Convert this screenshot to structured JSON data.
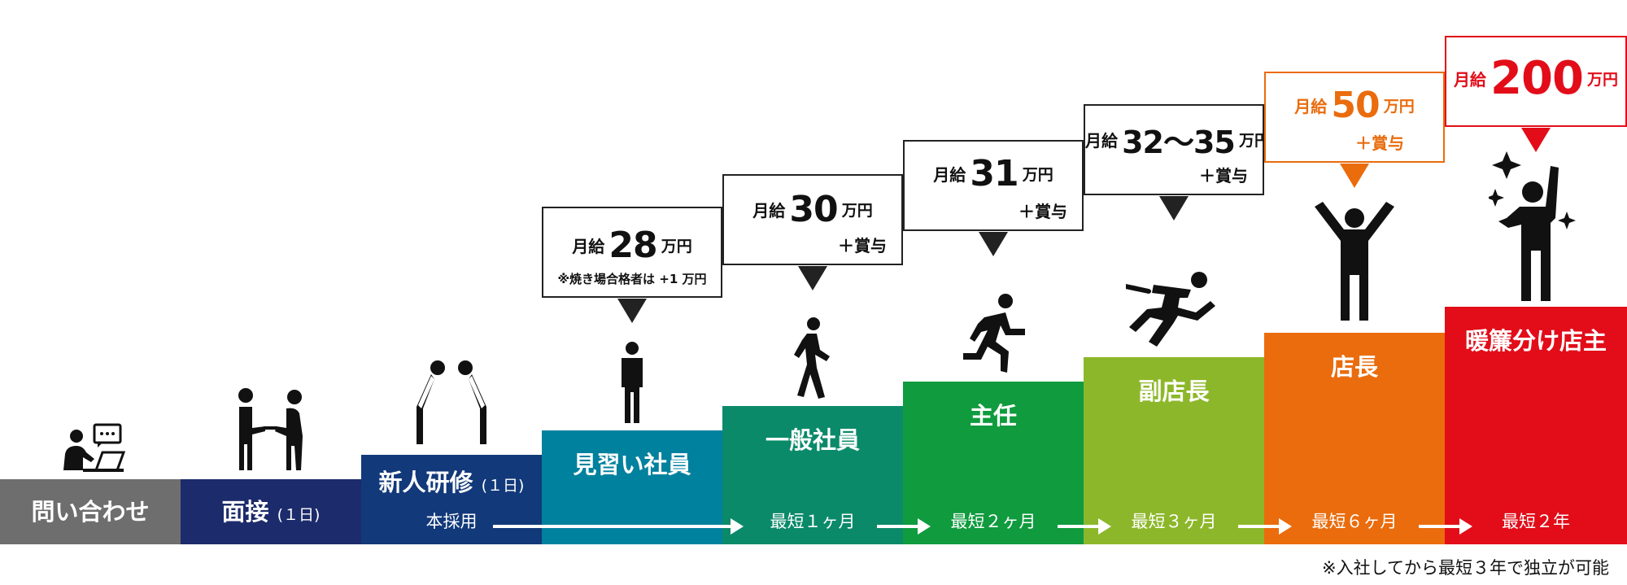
{
  "steps": [
    {
      "title": "問い合わせ",
      "color": "#6e6e6e"
    },
    {
      "title": "面接",
      "title_small": "(１日)",
      "color": "#1c2b6b"
    },
    {
      "title": "新人研修",
      "title_small": "(１日)",
      "sub": "本採用",
      "color": "#12397a"
    },
    {
      "title": "見習い社員",
      "color": "#00819e"
    },
    {
      "title": "一般社員",
      "sub": "最短１ヶ月",
      "color": "#0b8a6a"
    },
    {
      "title": "主任",
      "sub": "最短２ヶ月",
      "color": "#0f9b3e"
    },
    {
      "title": "副店長",
      "sub": "最短３ヶ月",
      "color": "#8db72a"
    },
    {
      "title": "店長",
      "sub": "最短６ヶ月",
      "color": "#ea6c0d"
    },
    {
      "title": "暖簾分け店主",
      "sub": "最短２年",
      "color": "#e20d19"
    }
  ],
  "bubbles": [
    {
      "label": "月給",
      "amount": "28",
      "unit": "万円",
      "note": "※焼き場合格者は +1 万円"
    },
    {
      "label": "月給",
      "amount": "30",
      "unit": "万円",
      "bonus": "＋賞与"
    },
    {
      "label": "月給",
      "amount": "31",
      "unit": "万円",
      "bonus": "＋賞与"
    },
    {
      "label": "月給",
      "amount": "32～35",
      "unit": "万円",
      "bonus": "＋賞与"
    },
    {
      "label": "月給",
      "amount": "50",
      "unit": "万円",
      "bonus": "＋賞与",
      "color": "#ea6c0d"
    },
    {
      "label": "月給",
      "amount": "200",
      "unit": "万円",
      "color": "#e20d19"
    }
  ],
  "footnote": "※入社してから最短３年で独立が可能",
  "icons": [
    "person-laptop-chat-icon",
    "handshake-greeting-icon",
    "bowing-people-icon",
    "standing-person-icon",
    "walking-person-icon",
    "running-person-icon",
    "sprinting-person-icon",
    "arms-raised-person-icon",
    "celebrating-person-icon"
  ]
}
